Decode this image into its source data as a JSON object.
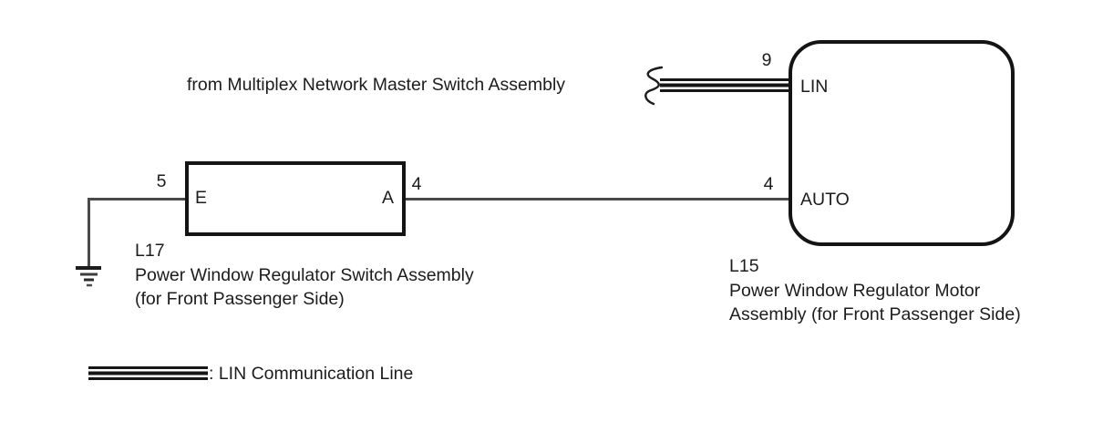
{
  "colors": {
    "ink": "#1c1c1c",
    "line": "#4a4a4a",
    "box_border": "#141414",
    "background": "#ffffff"
  },
  "annotations": {
    "source_note": "from Multiplex Network Master Switch Assembly"
  },
  "switch_assembly": {
    "code": "L17",
    "name_line1": "Power Window Regulator Switch Assembly",
    "name_line2": "(for Front Passenger Side)",
    "pins": {
      "left_number": "5",
      "left_terminal": "E",
      "right_number": "4",
      "right_terminal": "A"
    }
  },
  "motor_assembly": {
    "code": "L15",
    "name_line1": "Power Window Regulator Motor",
    "name_line2": "Assembly (for Front Passenger Side)",
    "pins": {
      "lin_number": "9",
      "lin_terminal": "LIN",
      "auto_number": "4",
      "auto_terminal": "AUTO"
    }
  },
  "legend": {
    "lin_label": ": LIN Communication Line"
  },
  "icons": {
    "ground": "ground-icon",
    "line_break": "line-break-icon"
  }
}
